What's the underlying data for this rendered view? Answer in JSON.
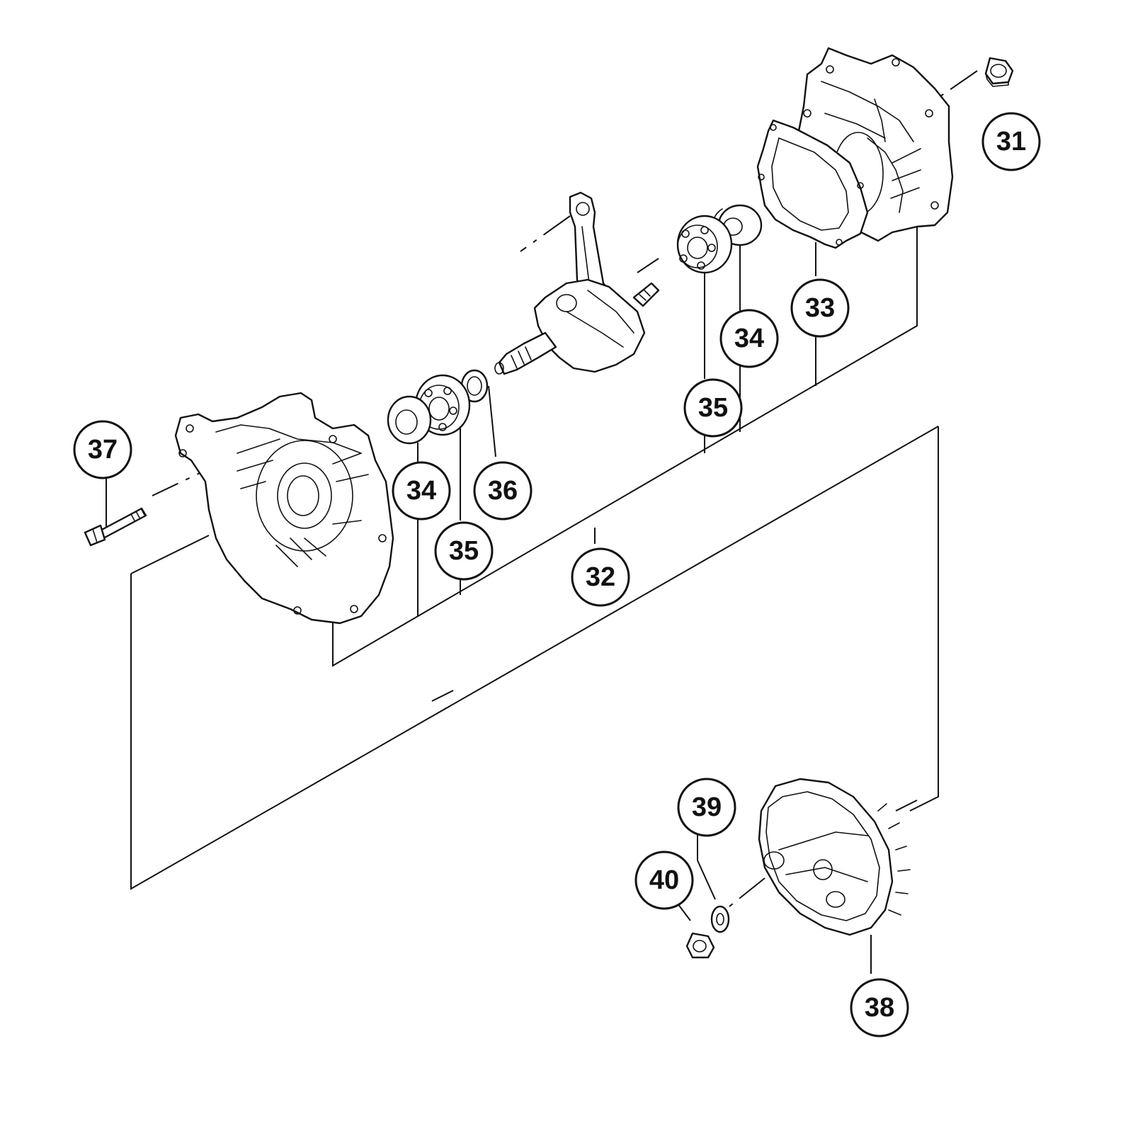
{
  "callouts": [
    {
      "id": "31",
      "label": "31"
    },
    {
      "id": "32",
      "label": "32"
    },
    {
      "id": "33",
      "label": "33"
    },
    {
      "id": "34a",
      "label": "34"
    },
    {
      "id": "34b",
      "label": "34"
    },
    {
      "id": "35a",
      "label": "35"
    },
    {
      "id": "35b",
      "label": "35"
    },
    {
      "id": "36",
      "label": "36"
    },
    {
      "id": "37",
      "label": "37"
    },
    {
      "id": "38",
      "label": "38"
    },
    {
      "id": "39",
      "label": "39"
    },
    {
      "id": "40",
      "label": "40"
    }
  ]
}
